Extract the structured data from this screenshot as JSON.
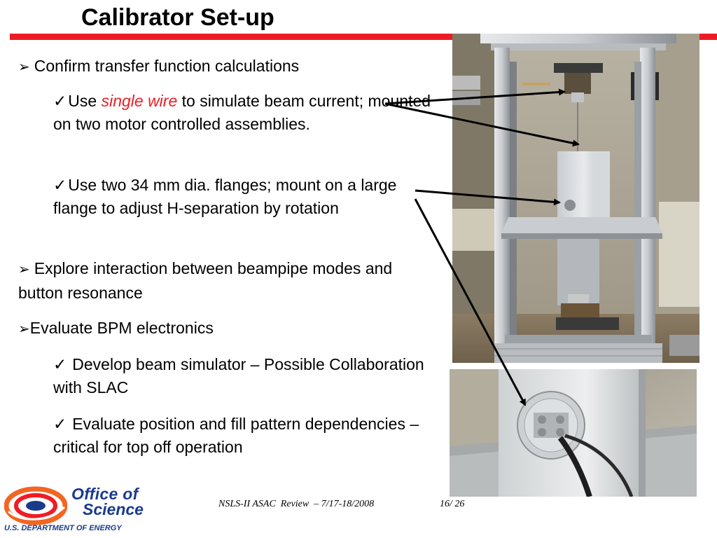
{
  "title": "Calibrator Set-up",
  "bullets": {
    "b1": "Confirm transfer function calculations",
    "b1_1_pre": "Use ",
    "b1_1_emph": "single wire",
    "b1_1_post": " to simulate beam current; mounted on two motor controlled assemblies.",
    "b1_2": "Use two 34 mm dia. flanges; mount on a large flange to adjust H-separation by rotation",
    "b2": "Explore interaction between beampipe modes and button resonance",
    "b3": "Evaluate BPM electronics",
    "b3_1": "Develop beam simulator – Possible Collaboration with SLAC",
    "b3_2": "Evaluate position and fill pattern dependencies – critical for top off operation"
  },
  "glyphs": {
    "arrow": "➢",
    "check": "✓"
  },
  "footer": {
    "text": "NSLS-II ASAC  Review  – 7/17-18/2008",
    "page": "16/ 26"
  },
  "logo": {
    "line1": "Office of",
    "line2": "Science",
    "sub": "U.S. DEPARTMENT OF ENERGY"
  },
  "colors": {
    "accent_red": "#ee1c25",
    "logo_blue": "#1a3a8c",
    "logo_orange": "#f26522"
  },
  "images": {
    "top": "calibrator-frame-photo",
    "bottom": "flange-closeup-photo"
  }
}
